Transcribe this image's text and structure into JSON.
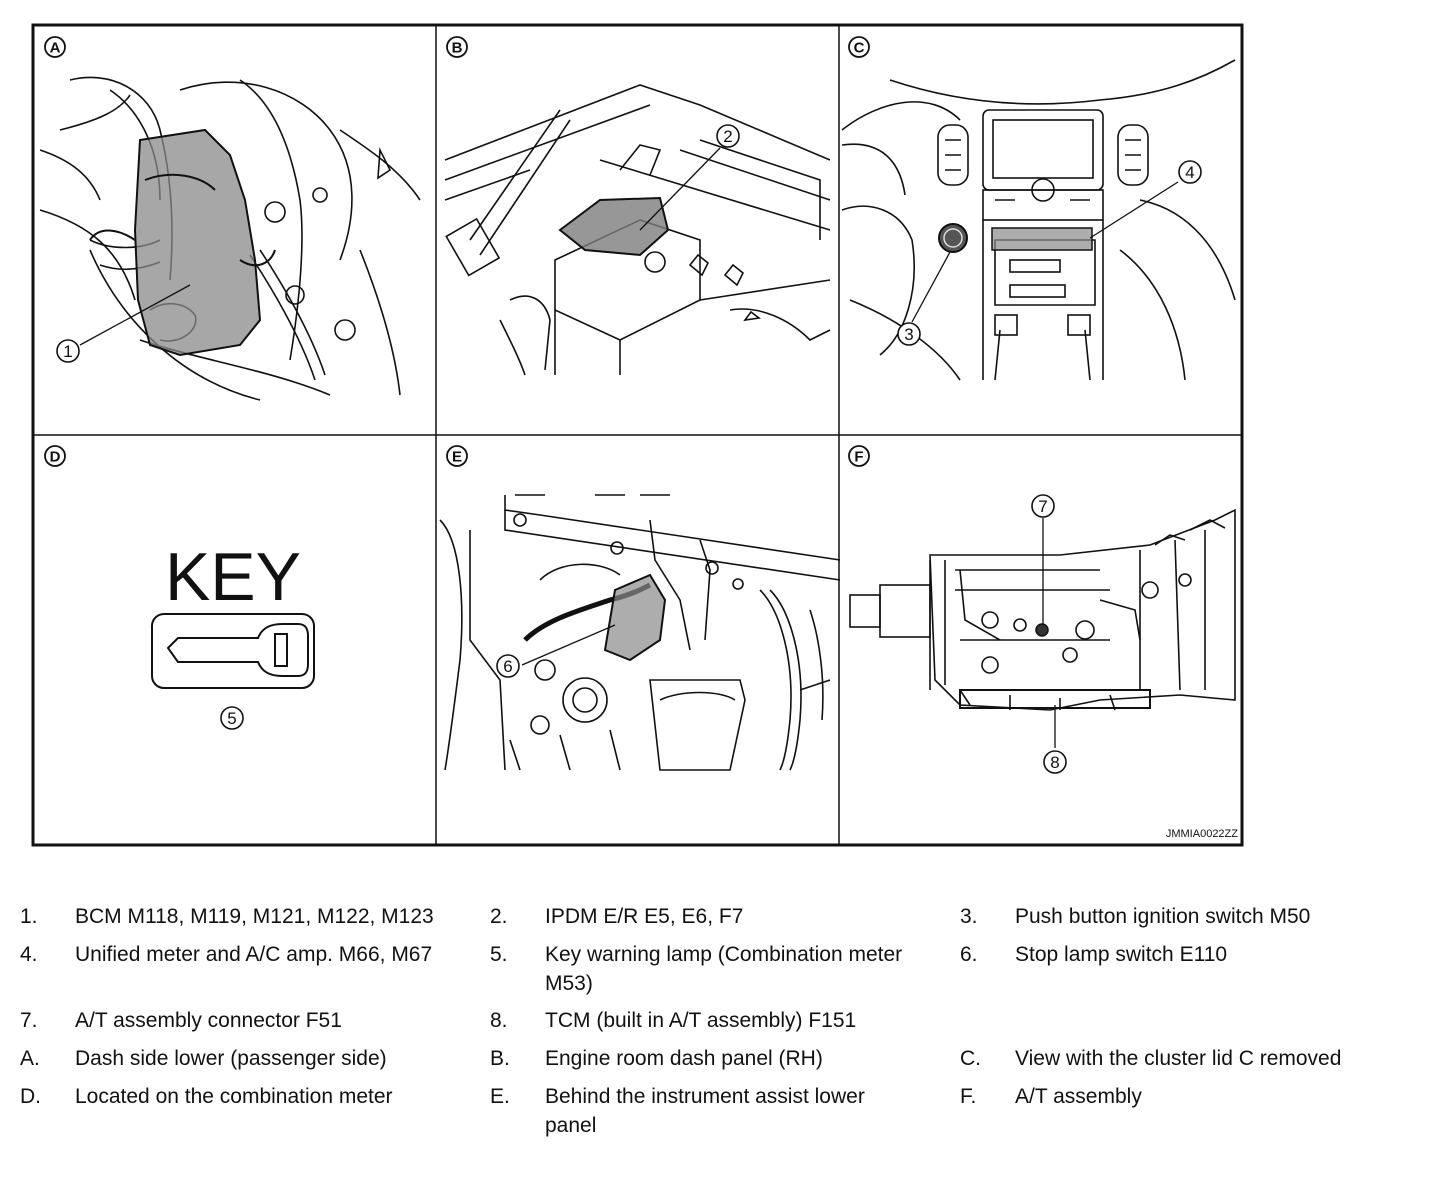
{
  "figure": {
    "id": "JMMIA0022ZZ",
    "panels": [
      {
        "letter": "A"
      },
      {
        "letter": "B"
      },
      {
        "letter": "C"
      },
      {
        "letter": "D"
      },
      {
        "letter": "E"
      },
      {
        "letter": "F"
      }
    ],
    "callouts": [
      "1",
      "2",
      "3",
      "4",
      "5",
      "6",
      "7",
      "8"
    ],
    "key_text": "KEY"
  },
  "legend": [
    {
      "num": "1.",
      "text": "BCM M118, M119, M121, M122, M123"
    },
    {
      "num": "2.",
      "text": "IPDM E/R E5, E6, F7"
    },
    {
      "num": "3.",
      "text": "Push button ignition switch M50"
    },
    {
      "num": "4.",
      "text": "Unified meter and A/C amp. M66, M67"
    },
    {
      "num": "5.",
      "text": "Key warning lamp (Combination meter M53)"
    },
    {
      "num": "6.",
      "text": "Stop lamp switch E110"
    },
    {
      "num": "7.",
      "text": "A/T assembly connector F51"
    },
    {
      "num": "8.",
      "text": "TCM (built in A/T assembly) F151"
    },
    {
      "num": "A.",
      "text": "Dash side lower (passenger side)"
    },
    {
      "num": "B.",
      "text": "Engine room dash panel (RH)"
    },
    {
      "num": "C.",
      "text": "View with the cluster lid C removed"
    },
    {
      "num": "D.",
      "text": "Located on the combination meter"
    },
    {
      "num": "E.",
      "text": "Behind the instrument assist lower panel"
    },
    {
      "num": "F.",
      "text": "A/T assembly"
    }
  ]
}
